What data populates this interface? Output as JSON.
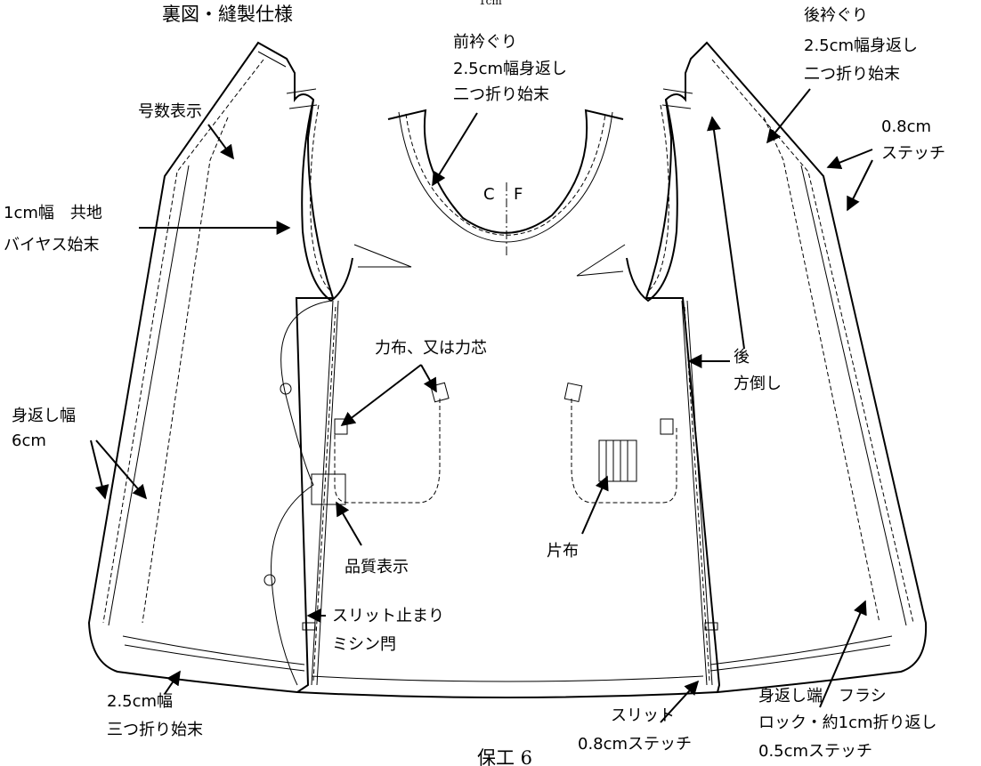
{
  "header": {
    "title": "裏図・縫製仕様",
    "top_fragment": "1cm",
    "footer": "保工 6"
  },
  "center_mark": {
    "c": "C",
    "f": "F"
  },
  "labels": {
    "front_neck_1": "前衿ぐり",
    "front_neck_2": "2.5cm幅身返し",
    "front_neck_3": "二つ折り始末",
    "back_neck_1": "後衿ぐり",
    "back_neck_2": "2.5cm幅身返し",
    "back_neck_3": "二つ折り始末",
    "size_label": "号数表示",
    "stitch_1": "0.8cm",
    "stitch_2": "ステッチ",
    "bias_1": "1cm幅　共地",
    "bias_2": "バイヤス始末",
    "reinforce": "力布、又は力芯",
    "back_fold_1": "後",
    "back_fold_2": "方倒し",
    "facing_1": "身返し幅",
    "facing_2": "6cm",
    "quality": "品質表示",
    "patch": "片布",
    "slit_stop_1": "スリット止まり",
    "slit_stop_2": "ミシン閂",
    "hem_1": "2.5cm幅",
    "hem_2": "三つ折り始末",
    "slit_1": "スリット",
    "slit_2": "0.8cmステッチ",
    "facing_end_1": "身返し端　フラシ",
    "facing_end_2": "ロック・約1cm折り返し",
    "facing_end_3": "0.5cmステッチ"
  }
}
